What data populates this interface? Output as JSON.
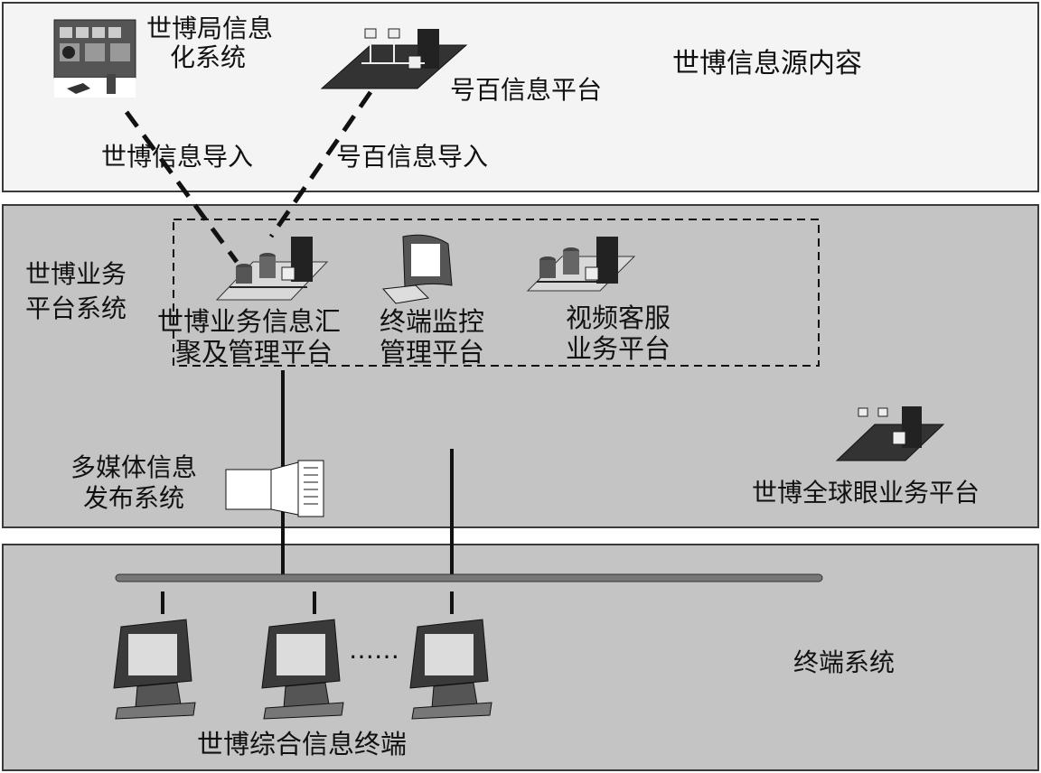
{
  "source_band": {
    "title": "世博信息源内容",
    "expo_bureau_system": [
      "世博局信息",
      "化系统"
    ],
    "haobai_platform": "号百信息平台",
    "expo_import": "世博信息导入",
    "haobai_import": "号百信息导入"
  },
  "business_band": {
    "label": [
      "世博业务",
      "平台系统"
    ],
    "aggregation_platform": [
      "世博业务信息汇",
      "聚及管理平台"
    ],
    "terminal_monitor_platform": [
      "终端监控",
      "管理平台"
    ],
    "video_service_platform": [
      "视频客服",
      "业务平台"
    ],
    "multimedia_release": [
      "多媒体信息",
      "发布系统"
    ],
    "global_eye_platform": "世博全球眼业务平台"
  },
  "terminal_band": {
    "title": "终端系统",
    "ellipsis": "……",
    "terminal_label": "世博综合信息终端"
  },
  "colors": {
    "top_band": "#f4f4f4",
    "middle_band": "#c4c4c4",
    "bottom_band": "#c4c4c4",
    "line": "#111111"
  }
}
